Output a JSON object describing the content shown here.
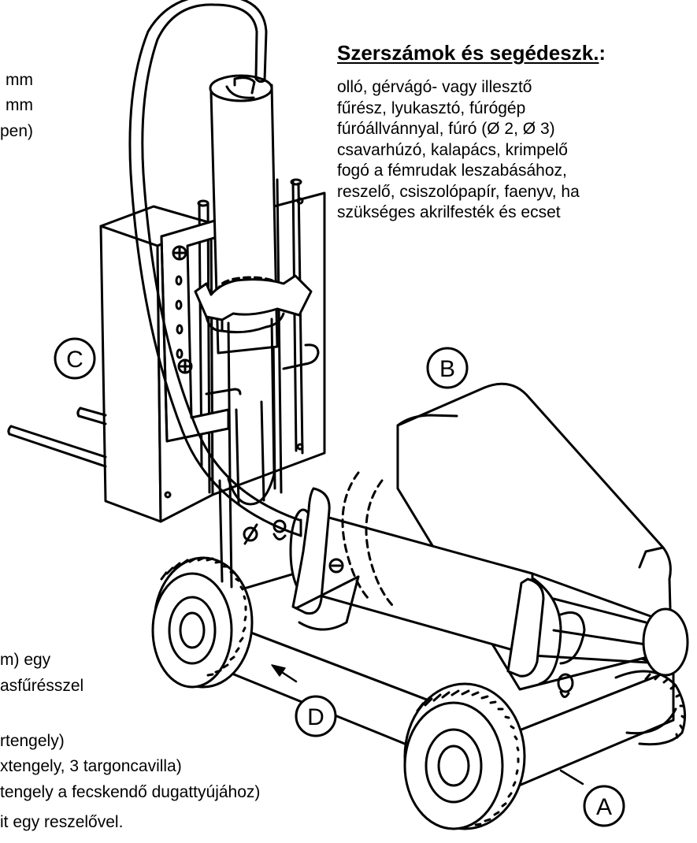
{
  "heading": {
    "title": "Szerszámok és segédeszk.",
    "colon": ":"
  },
  "tools_lines": [
    "olló, gérvágó- vagy illesztő",
    "fűrész, lyukasztó, fúrógép",
    "fúróállvánnyal, fúró (Ø 2, Ø 3)",
    "csavarhúzó, kalapács, krimpelő",
    "fogó a fémrudak leszabásához,",
    "reszelő, csiszolópapír, faenyv, ha",
    "szükséges akrilfesték és ecset"
  ],
  "left_top_fragments": [
    "mm",
    "mm",
    "pen)"
  ],
  "left_bottom_fragments": [
    "m) egy",
    "asfűrésszel",
    "rtengely)",
    "xtengely, 3 targoncavilla)",
    "tengely a fecskendő dugattyújához)",
    "it egy reszelővel."
  ],
  "part_labels": {
    "a": "A",
    "b": "B",
    "c": "C",
    "d": "D"
  }
}
